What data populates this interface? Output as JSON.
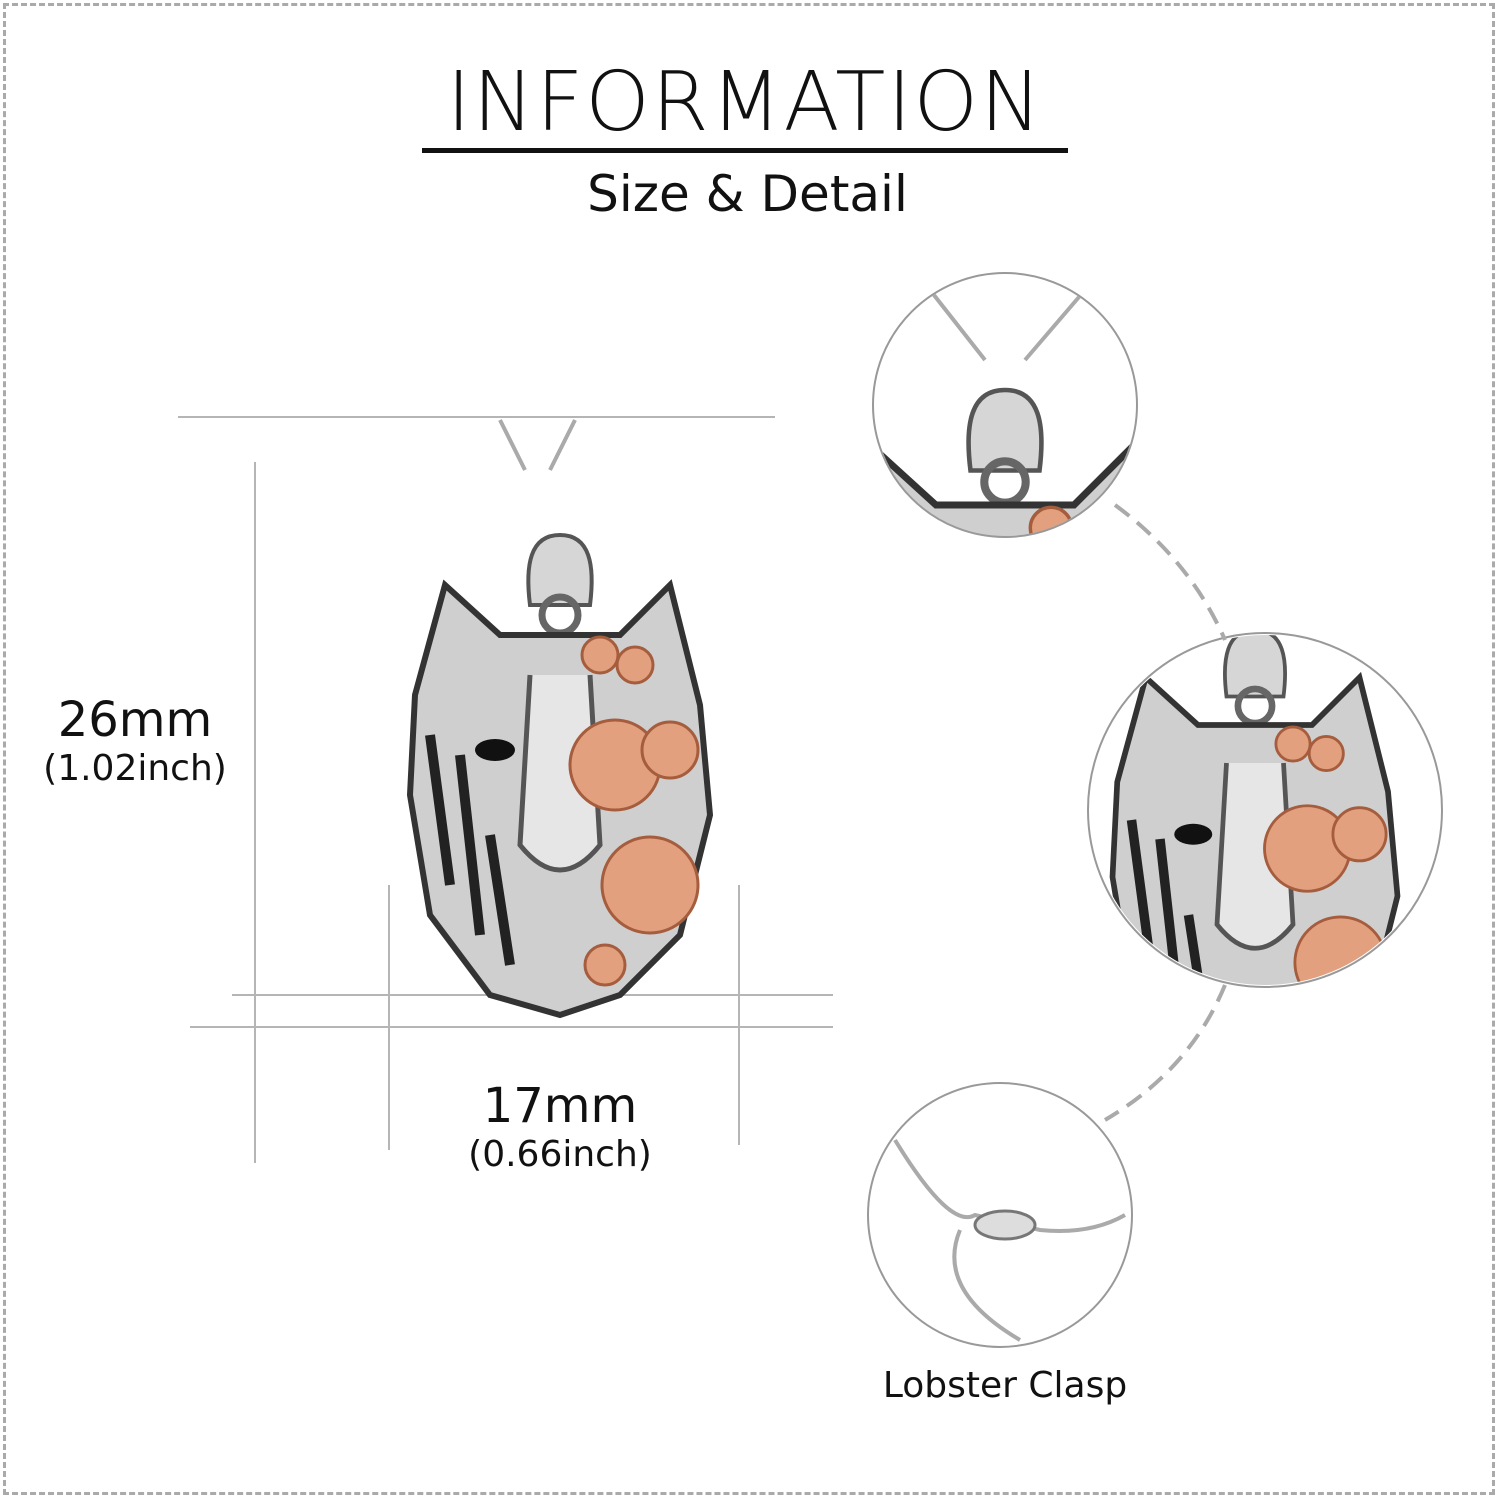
{
  "header": {
    "title": "INFORMATION",
    "subtitle": "Size & Detail"
  },
  "dimensions": {
    "height": {
      "mm": "26mm",
      "inch": "(1.02inch)"
    },
    "width": {
      "mm": "17mm",
      "inch": "(0.66inch)"
    }
  },
  "details": {
    "clasp_label": "Lobster Clasp"
  },
  "colors": {
    "silver": "#c9c9c9",
    "dark": "#2a2a2a",
    "rose_gold": "#e29a78",
    "line": "#b5b5b5"
  }
}
